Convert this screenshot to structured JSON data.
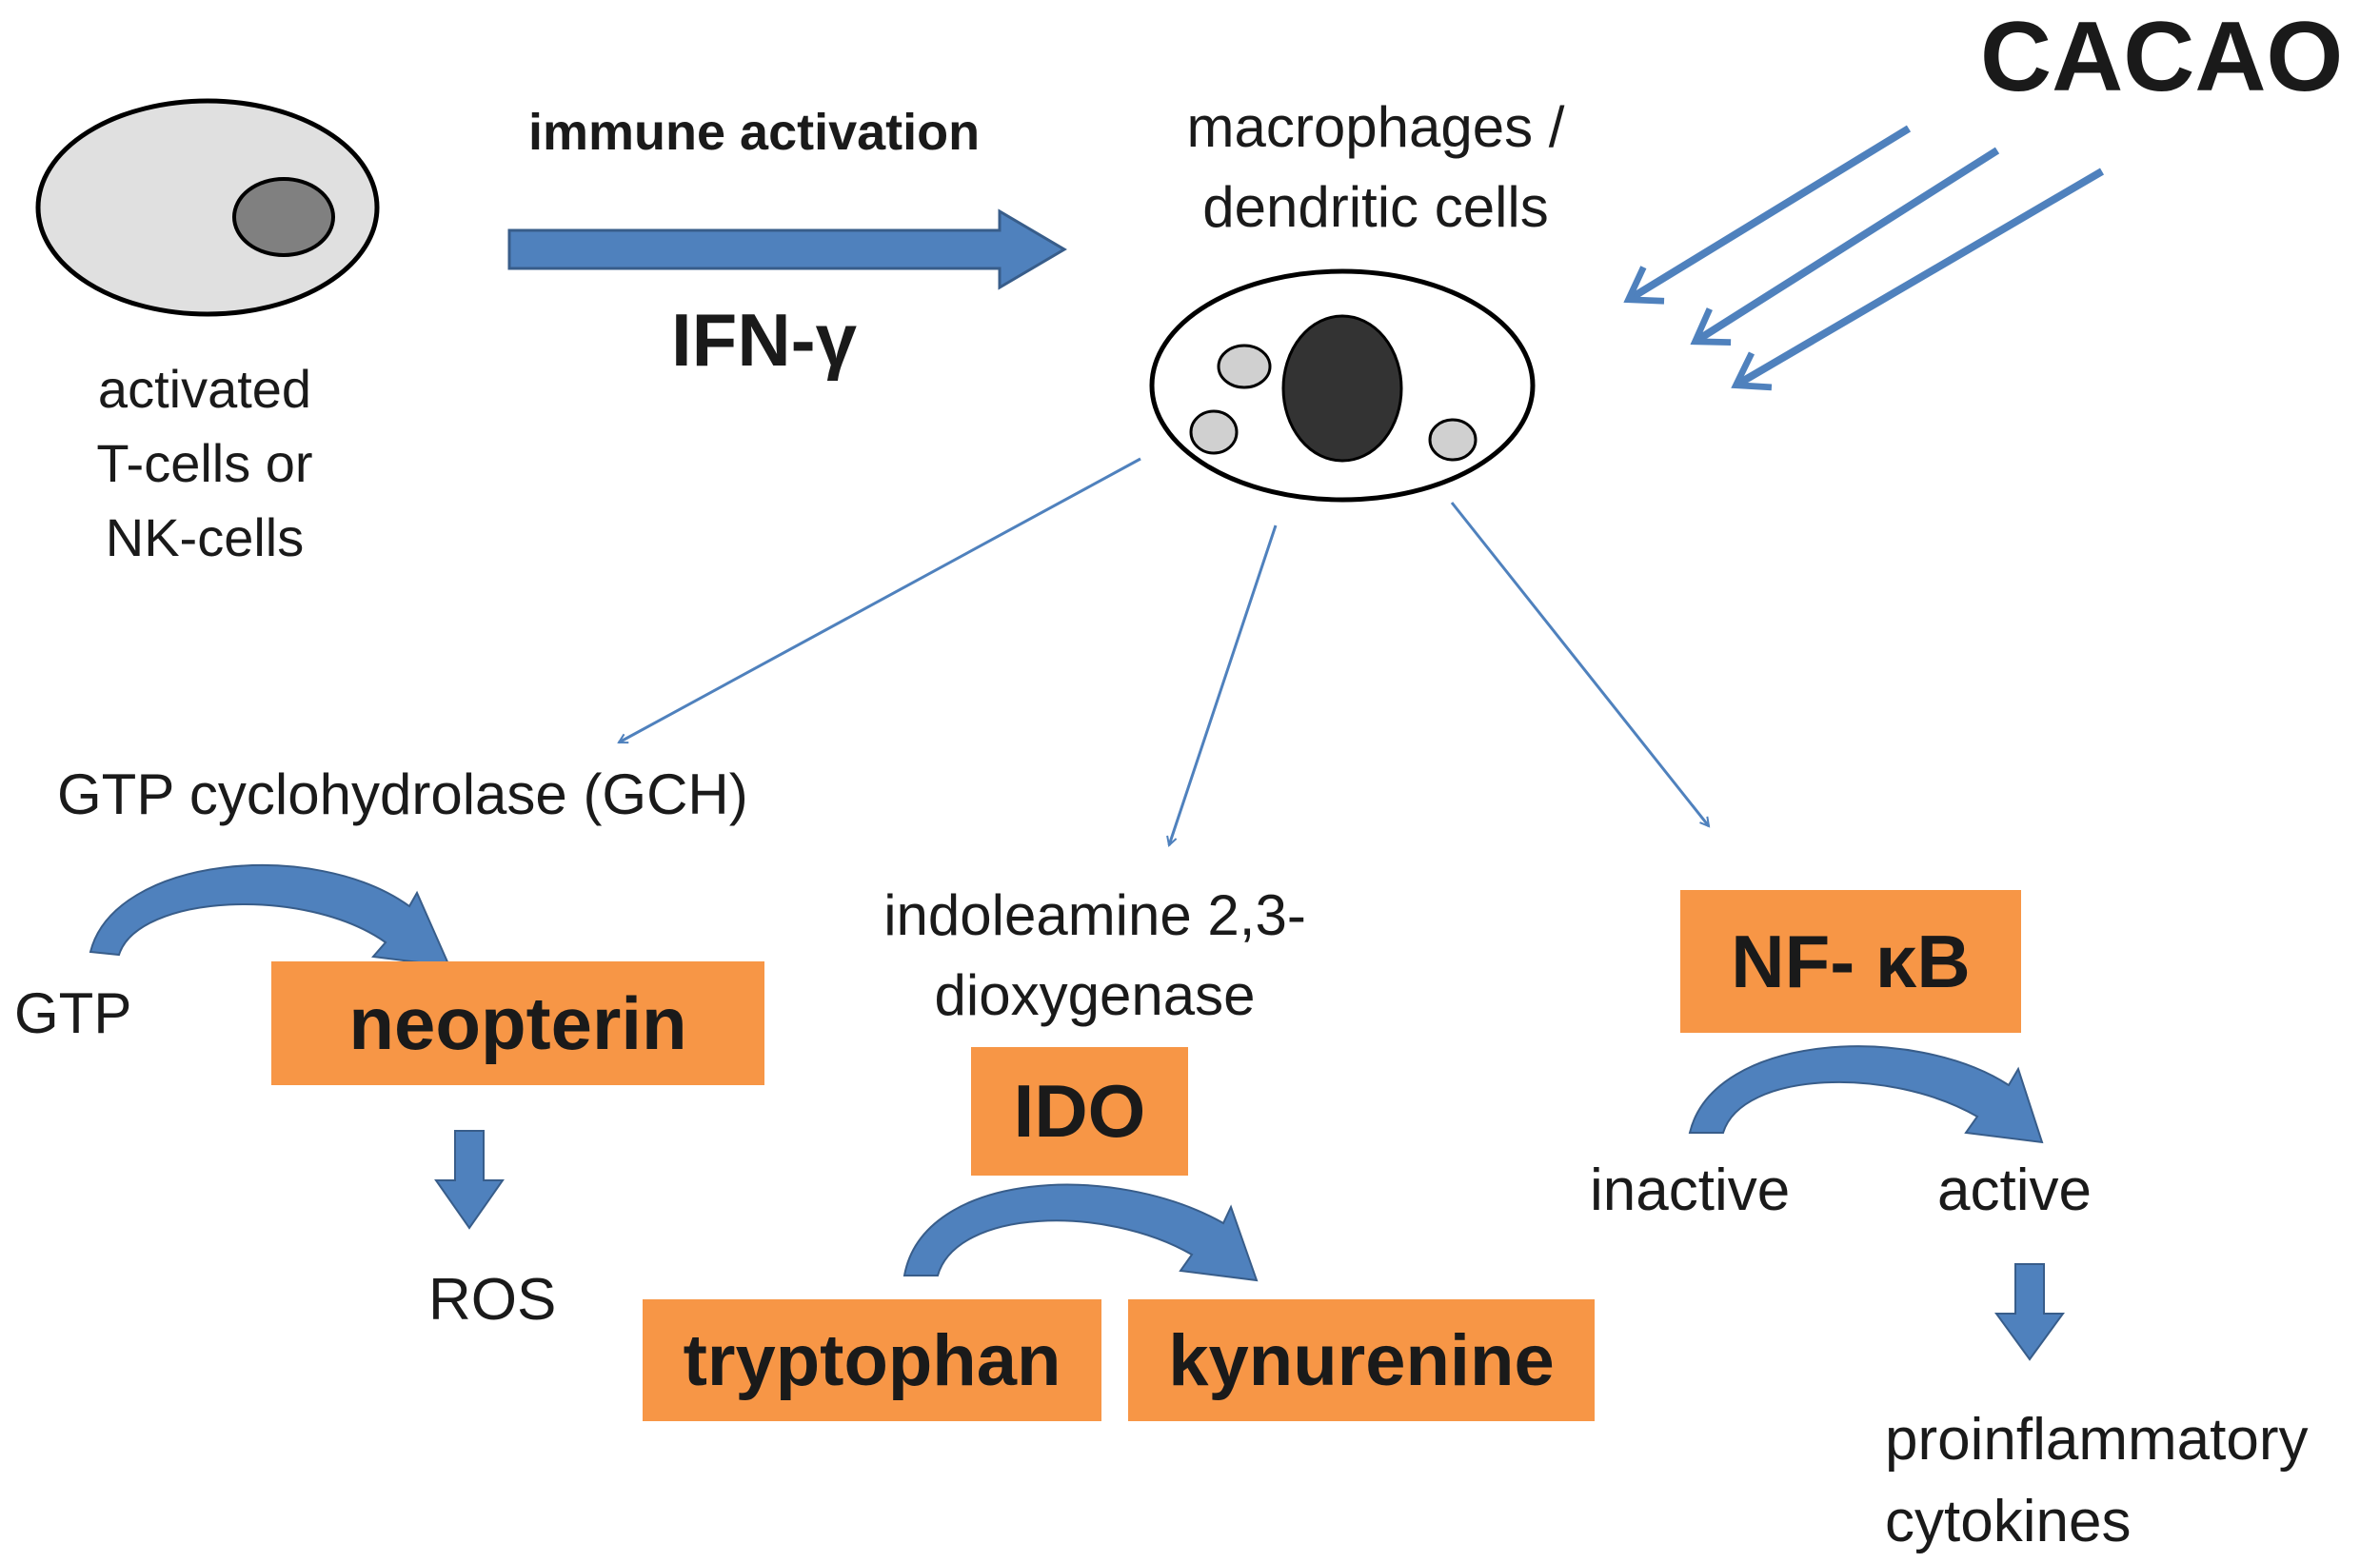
{
  "colors": {
    "arrow_blue": "#4f81bd",
    "box_orange": "#f79646",
    "cell_gray": "#e0e0e0",
    "nucleus_dark": "#333333",
    "nucleus_gray": "#808080",
    "text": "#1a1a1a"
  },
  "top": {
    "cacao": "CACAO",
    "immune_activation": "immune activation",
    "ifn": "IFN-γ",
    "source_cell_label": [
      "activated",
      "T-cells or",
      "NK-cells"
    ],
    "target_cell_label": [
      "macrophages /",
      "dendritic cells"
    ]
  },
  "left_pathway": {
    "enzyme": "GTP cyclohydrolase (GCH)",
    "substrate": "GTP",
    "product": "neopterin",
    "downstream": "ROS"
  },
  "middle_pathway": {
    "enzyme_lines": [
      "indoleamine 2,3-",
      "dioxygenase"
    ],
    "enzyme_abbr": "IDO",
    "substrate": "tryptophan",
    "product": "kynurenine"
  },
  "right_pathway": {
    "factor": "NF- κB",
    "state_from": "inactive",
    "state_to": "active",
    "downstream_lines": [
      "proinflammatory",
      "cytokines"
    ]
  },
  "icons": [
    "activated-cell-icon",
    "macrophage-cell-icon",
    "block-arrow-icon",
    "curved-arrow-icon",
    "thin-arrow-icon"
  ]
}
